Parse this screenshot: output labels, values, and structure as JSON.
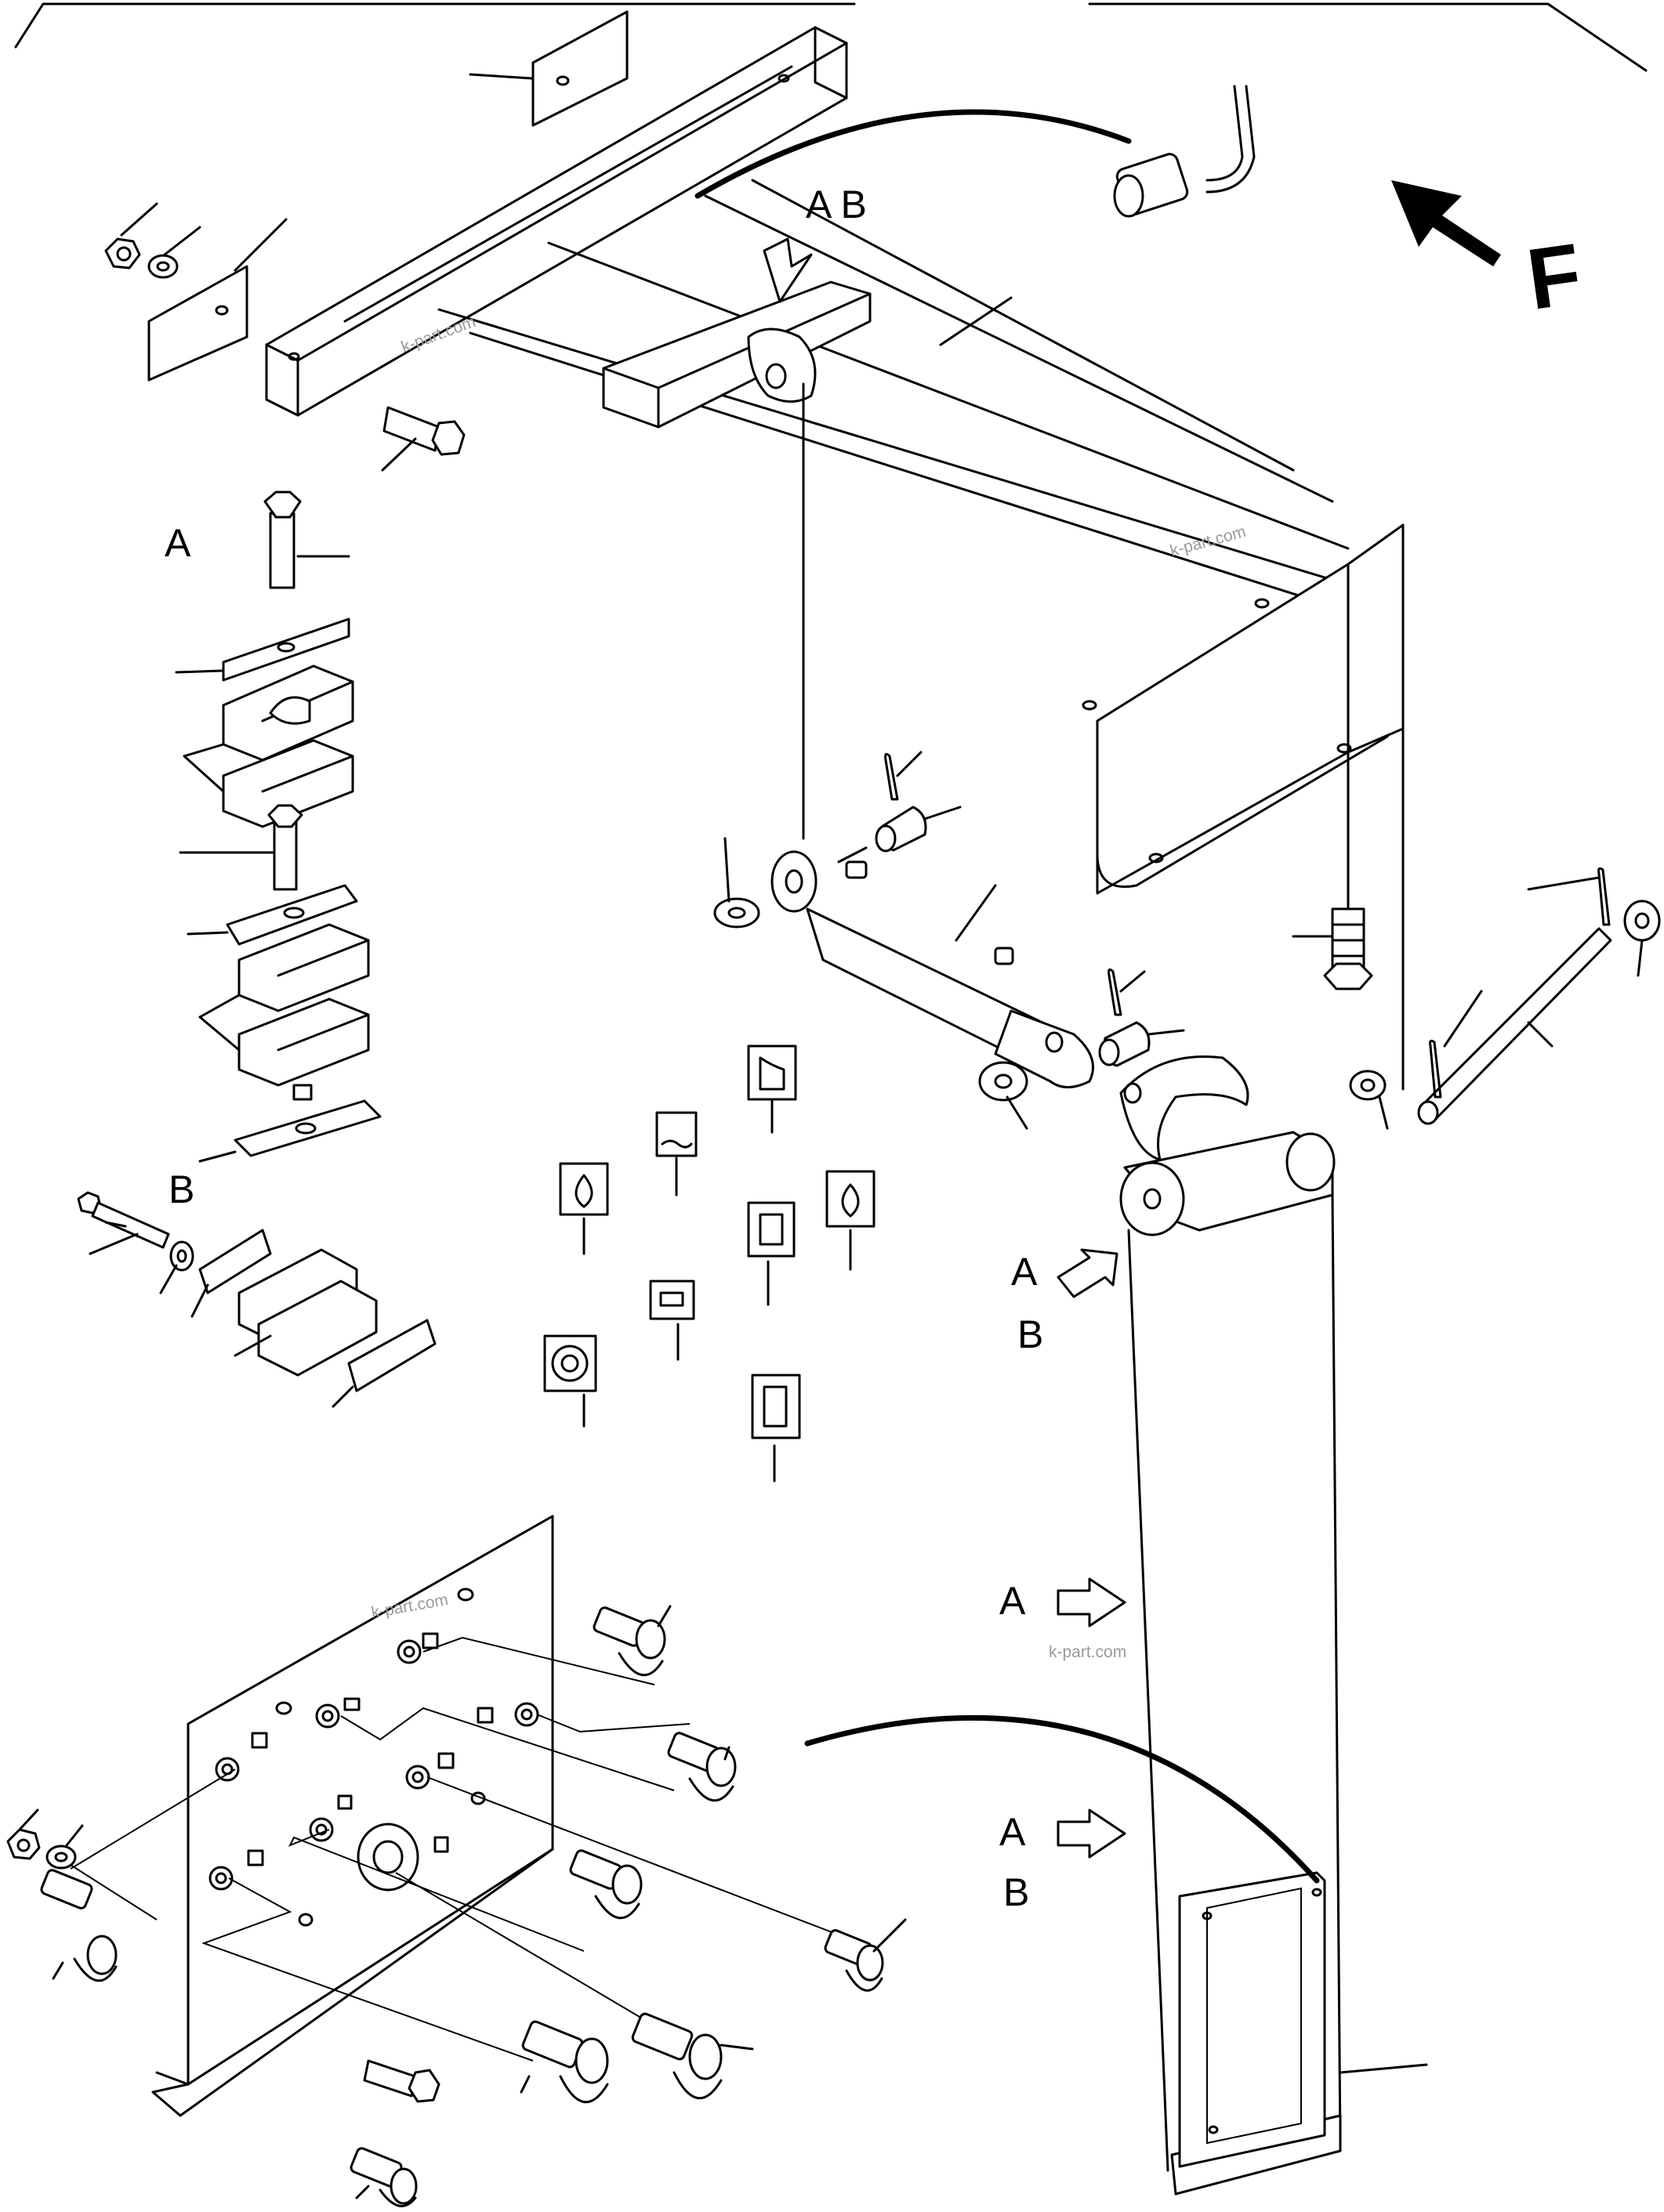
{
  "labels": {
    "top_ab": "A  B",
    "clamp_a": "A",
    "clamp_b": "B",
    "arrow1_a": "A",
    "arrow1_b": "B",
    "arrow2_a": "A",
    "arrow3_a": "A",
    "arrow3_b": "B",
    "direction": "F"
  },
  "watermarks": [
    "k-part.com",
    "k-part.com",
    "k-part.com",
    "k-part.com"
  ]
}
